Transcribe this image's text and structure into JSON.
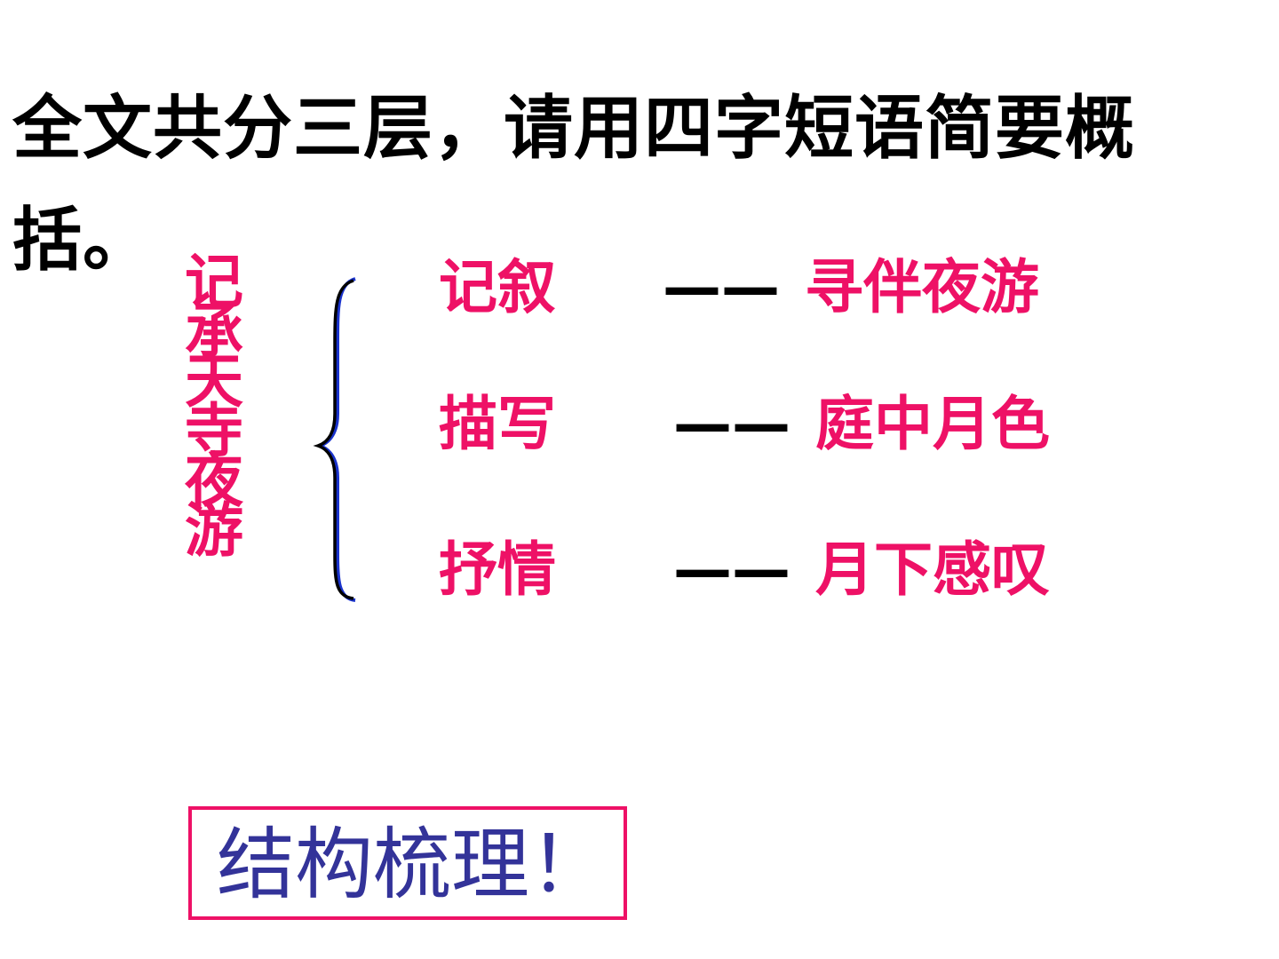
{
  "slide": {
    "heading": "全文共分三层，请用四字短语简要概括。",
    "vertical_title": "记承天寺夜游",
    "layers": [
      {
        "kind": "记叙",
        "dash": "——",
        "summary": "寻伴夜游"
      },
      {
        "kind": "描写",
        "dash": "——",
        "summary": "庭中月色"
      },
      {
        "kind": "抒情",
        "dash": "——",
        "summary": "月下感叹"
      }
    ],
    "box_label": "结构梳理！"
  },
  "colors": {
    "heading": "#000000",
    "accent": "#ee1166",
    "box_text": "#333399",
    "brace": "#000000",
    "brace_edge": "#1a33cc"
  }
}
